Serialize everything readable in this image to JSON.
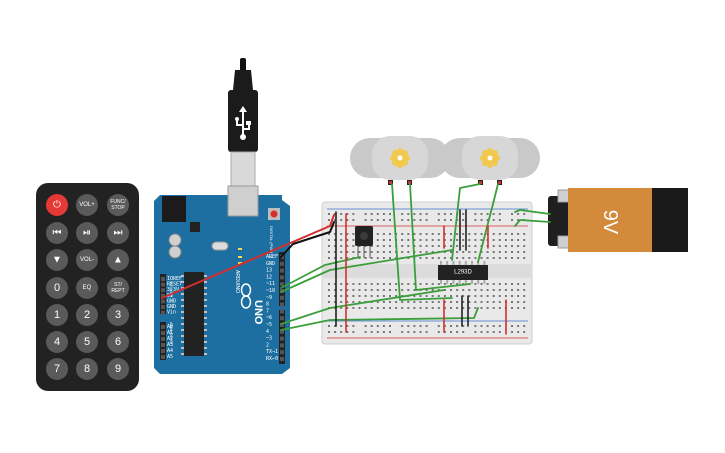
{
  "canvas": {
    "background": "#ffffff"
  },
  "colors": {
    "remote_body": "#222222",
    "button_gray": "#5a5a5a",
    "power_red": "#e53935",
    "arduino_blue": "#1c6fa0",
    "breadboard": "#e9e9e9",
    "rail_red": "#d32f2f",
    "wire_green": "#3a9e3a",
    "wire_red": "#d32f2f",
    "wire_black": "#111111",
    "battery_orange": "#d38b3b",
    "motor_gray": "#c9c9c9",
    "motor_gear": "#f2c94c"
  },
  "remote": {
    "buttons": [
      {
        "id": "power",
        "label": "⏻",
        "icon": "power-icon"
      },
      {
        "id": "vol-up",
        "label": "VOL+"
      },
      {
        "id": "func-stop",
        "label": "FUNC/\nSTOP"
      },
      {
        "id": "prev",
        "label": "⏮",
        "icon": "skip-back-icon"
      },
      {
        "id": "play-pause",
        "label": "⏯",
        "icon": "play-pause-icon"
      },
      {
        "id": "next",
        "label": "⏭",
        "icon": "skip-forward-icon"
      },
      {
        "id": "down",
        "label": "▼",
        "icon": "arrow-down-icon"
      },
      {
        "id": "vol-down",
        "label": "VOL-"
      },
      {
        "id": "up",
        "label": "▲",
        "icon": "arrow-up-icon"
      },
      {
        "id": "d0",
        "label": "0"
      },
      {
        "id": "eq",
        "label": "EQ"
      },
      {
        "id": "st-rept",
        "label": "ST/\nREPT"
      },
      {
        "id": "d1",
        "label": "1"
      },
      {
        "id": "d2",
        "label": "2"
      },
      {
        "id": "d3",
        "label": "3"
      },
      {
        "id": "d4",
        "label": "4"
      },
      {
        "id": "d5",
        "label": "5"
      },
      {
        "id": "d6",
        "label": "6"
      },
      {
        "id": "d7",
        "label": "7"
      },
      {
        "id": "d8",
        "label": "8"
      },
      {
        "id": "d9",
        "label": "9"
      }
    ]
  },
  "arduino": {
    "brand": "ARDUINO",
    "model": "UNO",
    "digital_header": "DIGITAL (PWM ~)",
    "analog_header": "ANALOG IN",
    "power_header": "POWER",
    "digital_pins": [
      "AREF",
      "GND",
      "13",
      "12",
      "~11",
      "~10",
      "~9",
      "8",
      "7",
      "~6",
      "~5",
      "4",
      "~3",
      "2",
      "TX→1",
      "RX←0"
    ],
    "power_pins": [
      "IOREF",
      "RESET",
      "3.3V",
      "5V",
      "GND",
      "GND",
      "Vin"
    ],
    "analog_pins": [
      "A0",
      "A1",
      "A2",
      "A3",
      "A4",
      "A5"
    ]
  },
  "driver_chip": {
    "label": "L293D"
  },
  "battery": {
    "label": "9V"
  },
  "motors": [
    {
      "id": "motor-1"
    },
    {
      "id": "motor-2"
    }
  ]
}
